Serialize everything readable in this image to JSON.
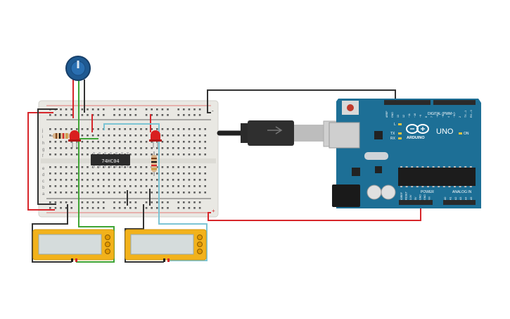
{
  "ic": {
    "label": "74HC04"
  },
  "breadboard": {
    "row_labels_top": [
      "j",
      "i",
      "h",
      "g",
      "f"
    ],
    "row_labels_bottom": [
      "e",
      "d",
      "c",
      "b",
      "a"
    ],
    "rail_minus": "-",
    "rail_plus": "+"
  },
  "arduino": {
    "logo_text": "ARDUINO",
    "model": "UNO",
    "digital_label": "DIGITAL (PWM~)",
    "power_label": "POWER",
    "analog_label": "ANALOG IN",
    "on_label": "ON",
    "led_l": "L",
    "led_tx": "TX",
    "led_rx": "RX",
    "analog_pins": [
      "A0",
      "A1",
      "A2",
      "A3",
      "A4",
      "A5"
    ],
    "power_pins": [
      "IOREF",
      "RESET",
      "3.3V",
      "5V",
      "GND",
      "GND",
      "Vin"
    ],
    "digital_pins": [
      "AREF",
      "GND",
      "13",
      "12",
      "~11",
      "~10",
      "~9",
      "8",
      "7",
      "~6",
      "~5",
      "4",
      "~3",
      "2",
      "TX→1",
      "RX←0"
    ]
  },
  "colors": {
    "breadboard": "#e9e8e3",
    "arduino": "#1d6f96",
    "wire_red": "#d7262b",
    "wire_green": "#3fa535",
    "wire_black": "#333333",
    "wire_cyan": "#7cc4d4",
    "multimeter": "#f2b21b",
    "led_red": "#d91f1f",
    "pot": "#1f5a92"
  },
  "meters": [
    {
      "name": "multimeter-1"
    },
    {
      "name": "multimeter-2"
    }
  ]
}
